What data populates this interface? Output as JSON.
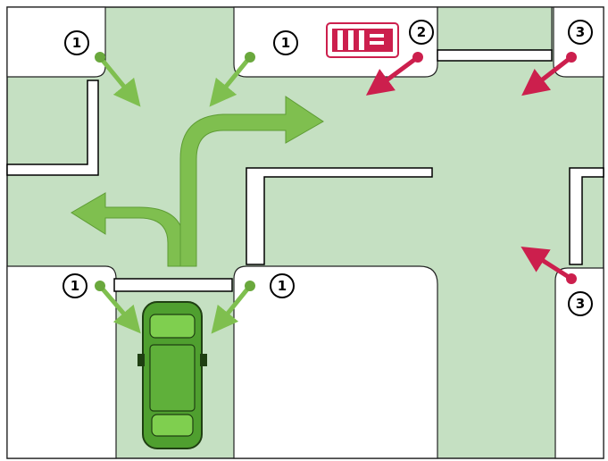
{
  "colors": {
    "road": "#c5e0c2",
    "block": "#ffffff",
    "outline": "#222222",
    "curb": "#000000",
    "green_arrow": "#7fbf4f",
    "red_arrow": "#cc1f4d",
    "car": "#4f9f2f",
    "sign_bg": "#cc1f4d"
  },
  "markers": [
    {
      "id": "nw-left",
      "label": "1",
      "arrow": "green"
    },
    {
      "id": "nw-right",
      "label": "1",
      "arrow": "green"
    },
    {
      "id": "ne-left",
      "label": "2",
      "arrow": "red"
    },
    {
      "id": "ne-right",
      "label": "3",
      "arrow": "red"
    },
    {
      "id": "sw-left",
      "label": "1",
      "arrow": "green"
    },
    {
      "id": "sw-right",
      "label": "1",
      "arrow": "green"
    },
    {
      "id": "se-right",
      "label": "3",
      "arrow": "red"
    }
  ],
  "icons": {
    "sign": "traffic-sign-icon",
    "car": "car-icon",
    "turn_left": "turn-left-arrow-icon",
    "go_straight_right": "straight-right-arrow-icon"
  }
}
